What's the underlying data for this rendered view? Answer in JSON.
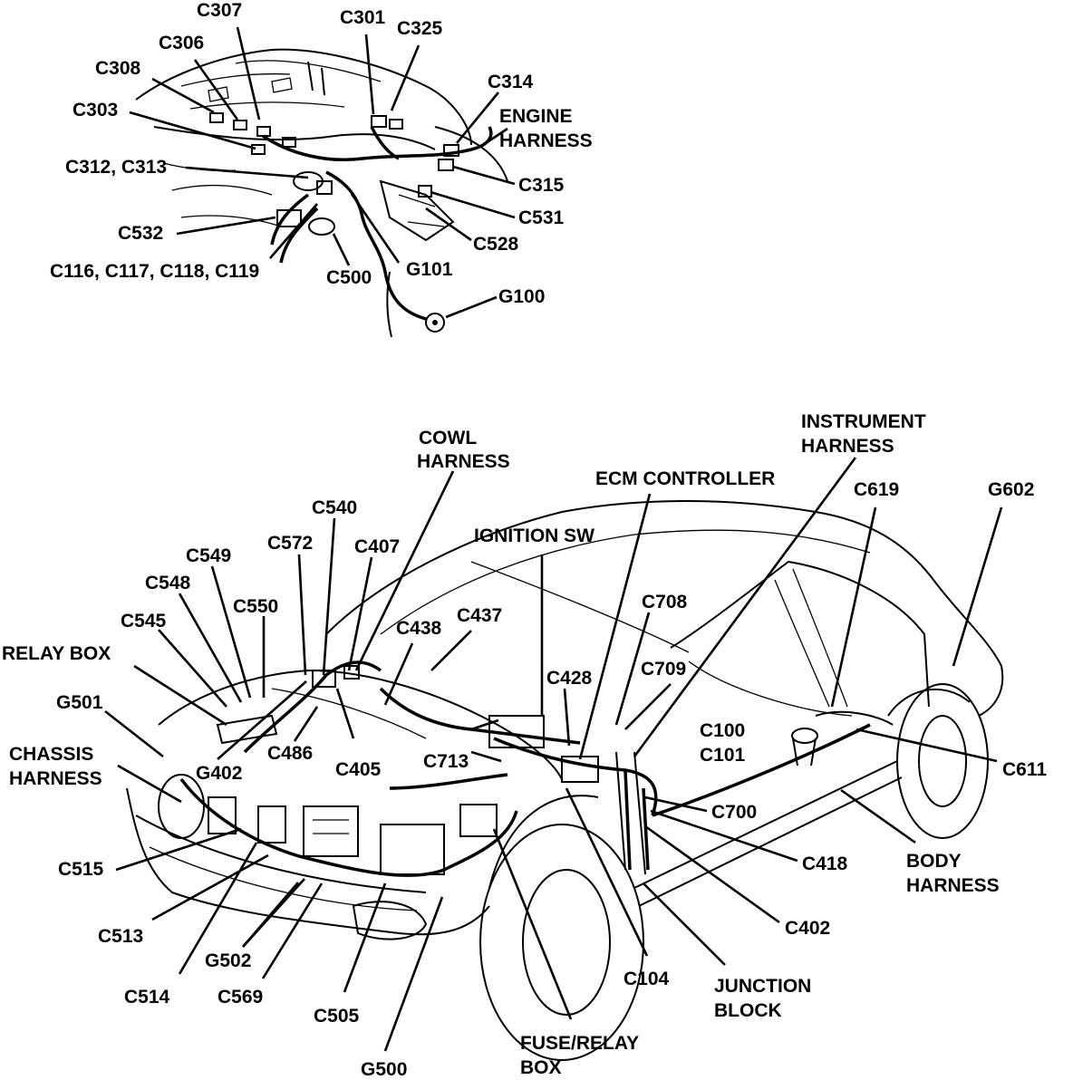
{
  "top_inset": {
    "labels": {
      "c307": "C307",
      "c301": "C301",
      "c325": "C325",
      "c306": "C306",
      "c308": "C308",
      "c314": "C314",
      "engine_harness_1": "ENGINE",
      "engine_harness_2": "HARNESS",
      "c303": "C303",
      "c312_c313": "C312, C313",
      "c315": "C315",
      "c531": "C531",
      "c532": "C532",
      "c528": "C528",
      "c116_c119": "C116, C117, C118, C119",
      "g101": "G101",
      "c500": "C500",
      "g100": "G100"
    }
  },
  "main_view": {
    "labels": {
      "cowl_harness_1": "COWL",
      "cowl_harness_2": "HARNESS",
      "instrument_harness_1": "INSTRUMENT",
      "instrument_harness_2": "HARNESS",
      "ecm_controller": "ECM CONTROLLER",
      "c540": "C540",
      "c619": "C619",
      "g602": "G602",
      "c572": "C572",
      "c549": "C549",
      "ignition_sw": "IGNITION SW",
      "c407": "C407",
      "c548": "C548",
      "c550": "C550",
      "c708": "C708",
      "c545": "C545",
      "c437": "C437",
      "c438": "C438",
      "relay_box": "RELAY BOX",
      "c709": "C709",
      "c428": "C428",
      "g501": "G501",
      "c100": "C100",
      "c101": "C101",
      "chassis_harness_1": "CHASSIS",
      "chassis_harness_2": "HARNESS",
      "c486": "C486",
      "c713": "C713",
      "c611": "C611",
      "g402": "G402",
      "c405": "C405",
      "c700": "C700",
      "c515": "C515",
      "c418": "C418",
      "body_harness_1": "BODY",
      "body_harness_2": "HARNESS",
      "c402": "C402",
      "c513": "C513",
      "g502": "G502",
      "c104": "C104",
      "junction_block_1": "JUNCTION",
      "junction_block_2": "BLOCK",
      "c514": "C514",
      "c569": "C569",
      "c505": "C505",
      "fuse_relay_box_1": "FUSE/RELAY",
      "fuse_relay_box_2": "BOX",
      "g500": "G500"
    }
  }
}
